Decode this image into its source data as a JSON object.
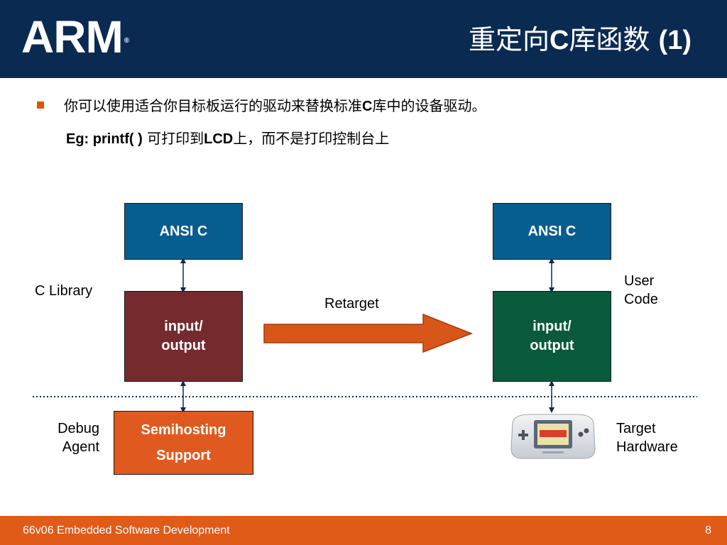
{
  "header": {
    "logo": "ARM",
    "logo_mark": "®",
    "title_cn": "重定向",
    "title_c": "C",
    "title_cn2": "库函数 ",
    "title_num": "(1)"
  },
  "bullet": {
    "text_a": "你可以使用适合你目标板运行的驱动来替换标准",
    "text_c": "C",
    "text_b": "库中的设备驱动。"
  },
  "example": {
    "eg": "Eg: printf( )",
    "text_a": " 可打印到",
    "lcd": "LCD",
    "text_b": "上，而不是打印控制台上"
  },
  "diagram": {
    "left_ansi": "ANSI C",
    "left_io_1": "input/",
    "left_io_2": "output",
    "right_ansi": "ANSI C",
    "right_io_1": "input/",
    "right_io_2": "output",
    "semi_1": "Semihosting",
    "semi_2": "Support",
    "c_library": "C Library",
    "retarget": "Retarget",
    "user_1": "User",
    "user_2": "Code",
    "debug_1": "Debug",
    "debug_2": "Agent",
    "target_1": "Target",
    "target_2": "Hardware"
  },
  "footer": {
    "course": "66v06 Embedded Software Development",
    "page": "8"
  },
  "colors": {
    "header_bg": "#0b2a52",
    "accent": "#e05a18",
    "ansi": "#065d8f",
    "io_left": "#752a2e",
    "io_right": "#0a5a3c"
  },
  "icons": {
    "device": "gameboy-advance-icon",
    "arrow": "right-arrow-icon"
  }
}
